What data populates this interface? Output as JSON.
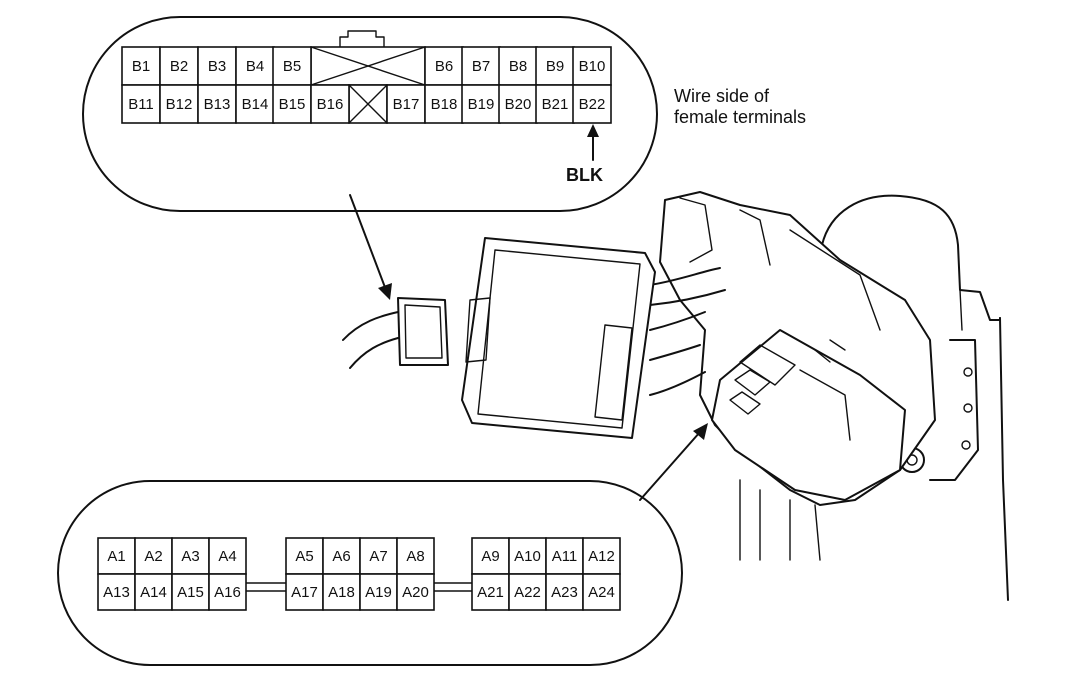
{
  "connector_b": {
    "row1": [
      "B1",
      "B2",
      "B3",
      "B4",
      "B5",
      "B6",
      "B7",
      "B8",
      "B9",
      "B10"
    ],
    "row2": [
      "B11",
      "B12",
      "B13",
      "B14",
      "B15",
      "B16",
      "B17",
      "B18",
      "B19",
      "B20",
      "B21",
      "B22"
    ]
  },
  "connector_a": {
    "group1_row1": [
      "A1",
      "A2",
      "A3",
      "A4"
    ],
    "group1_row2": [
      "A13",
      "A14",
      "A15",
      "A16"
    ],
    "group2_row1": [
      "A5",
      "A6",
      "A7",
      "A8"
    ],
    "group2_row2": [
      "A17",
      "A18",
      "A19",
      "A20"
    ],
    "group3_row1": [
      "A9",
      "A10",
      "A11",
      "A12"
    ],
    "group3_row2": [
      "A21",
      "A22",
      "A23",
      "A24"
    ]
  },
  "labels": {
    "note_line1": "Wire side of",
    "note_line2": "female terminals",
    "wire_color": "BLK"
  }
}
